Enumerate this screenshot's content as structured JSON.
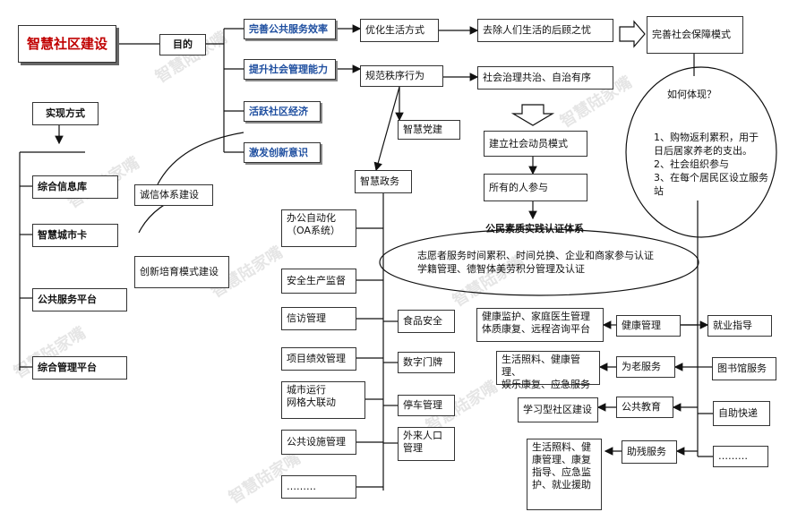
{
  "title": "智慧社区建设",
  "goal_label": "目的",
  "goals": [
    "完善公共服务效率",
    "提升社会管理能力",
    "活跃社区经济",
    "激发创新意识"
  ],
  "lifestyle": {
    "optimize": "优化生活方式",
    "remove_worries": "去除人们生活的后顾之忧",
    "security_mode": "完善社会保障模式"
  },
  "order": {
    "regulate": "规范秩序行为",
    "governance": "社会治理共治、自治有序",
    "party": "智慧党建",
    "mobilization": "建立社会动员模式",
    "all_participate": "所有的人参与",
    "civic_system": "公民素质实践认证体系",
    "civic_desc": "志愿者服务时间累积、时间兑换、企业和商家参与认证\n学籍管理、德智体美劳积分管理及认证"
  },
  "how_oval": {
    "question": "如何体现？",
    "items": "1、购物返利累积，用于\n日后居家养老的支出。\n2、社会组织参与\n3、在每个居民区设立服务\n站"
  },
  "implementation": {
    "label": "实现方式",
    "items": [
      "综合信息库",
      "智慧城市卡",
      "公共服务平台",
      "综合管理平台"
    ]
  },
  "credit": {
    "system": "诚信体系建设",
    "innovation": "创新培育模式建设"
  },
  "egov": {
    "label": "智慧政务",
    "items": [
      "办公自动化\n（OA系统）",
      "安全生产监督",
      "信访管理",
      "项目绩效管理",
      "城市运行\n网格大联动",
      "公共设施管理",
      "………"
    ],
    "subs": [
      "食品安全",
      "数字门牌",
      "停车管理",
      "外来人口\n管理"
    ]
  },
  "services": {
    "health_detail": "健康监护、家庭医生管理\n体质康复、远程咨询平台",
    "health": "健康管理",
    "employment": "就业指导",
    "elderly_detail": "生活照料、健康管理、\n娱乐康复、应急服务",
    "elderly": "为老服务",
    "library": "图书馆服务",
    "learning": "学习型社区建设",
    "education": "公共教育",
    "express": "自助快递",
    "disabled_detail": "生活照料、健\n康管理、康复\n指导、应急监\n护、就业援助",
    "disabled": "助残服务",
    "more": "………"
  },
  "watermark": "智慧陆家嘴",
  "colors": {
    "title_red": "#c00000",
    "goal_blue": "#1f4fa0"
  }
}
